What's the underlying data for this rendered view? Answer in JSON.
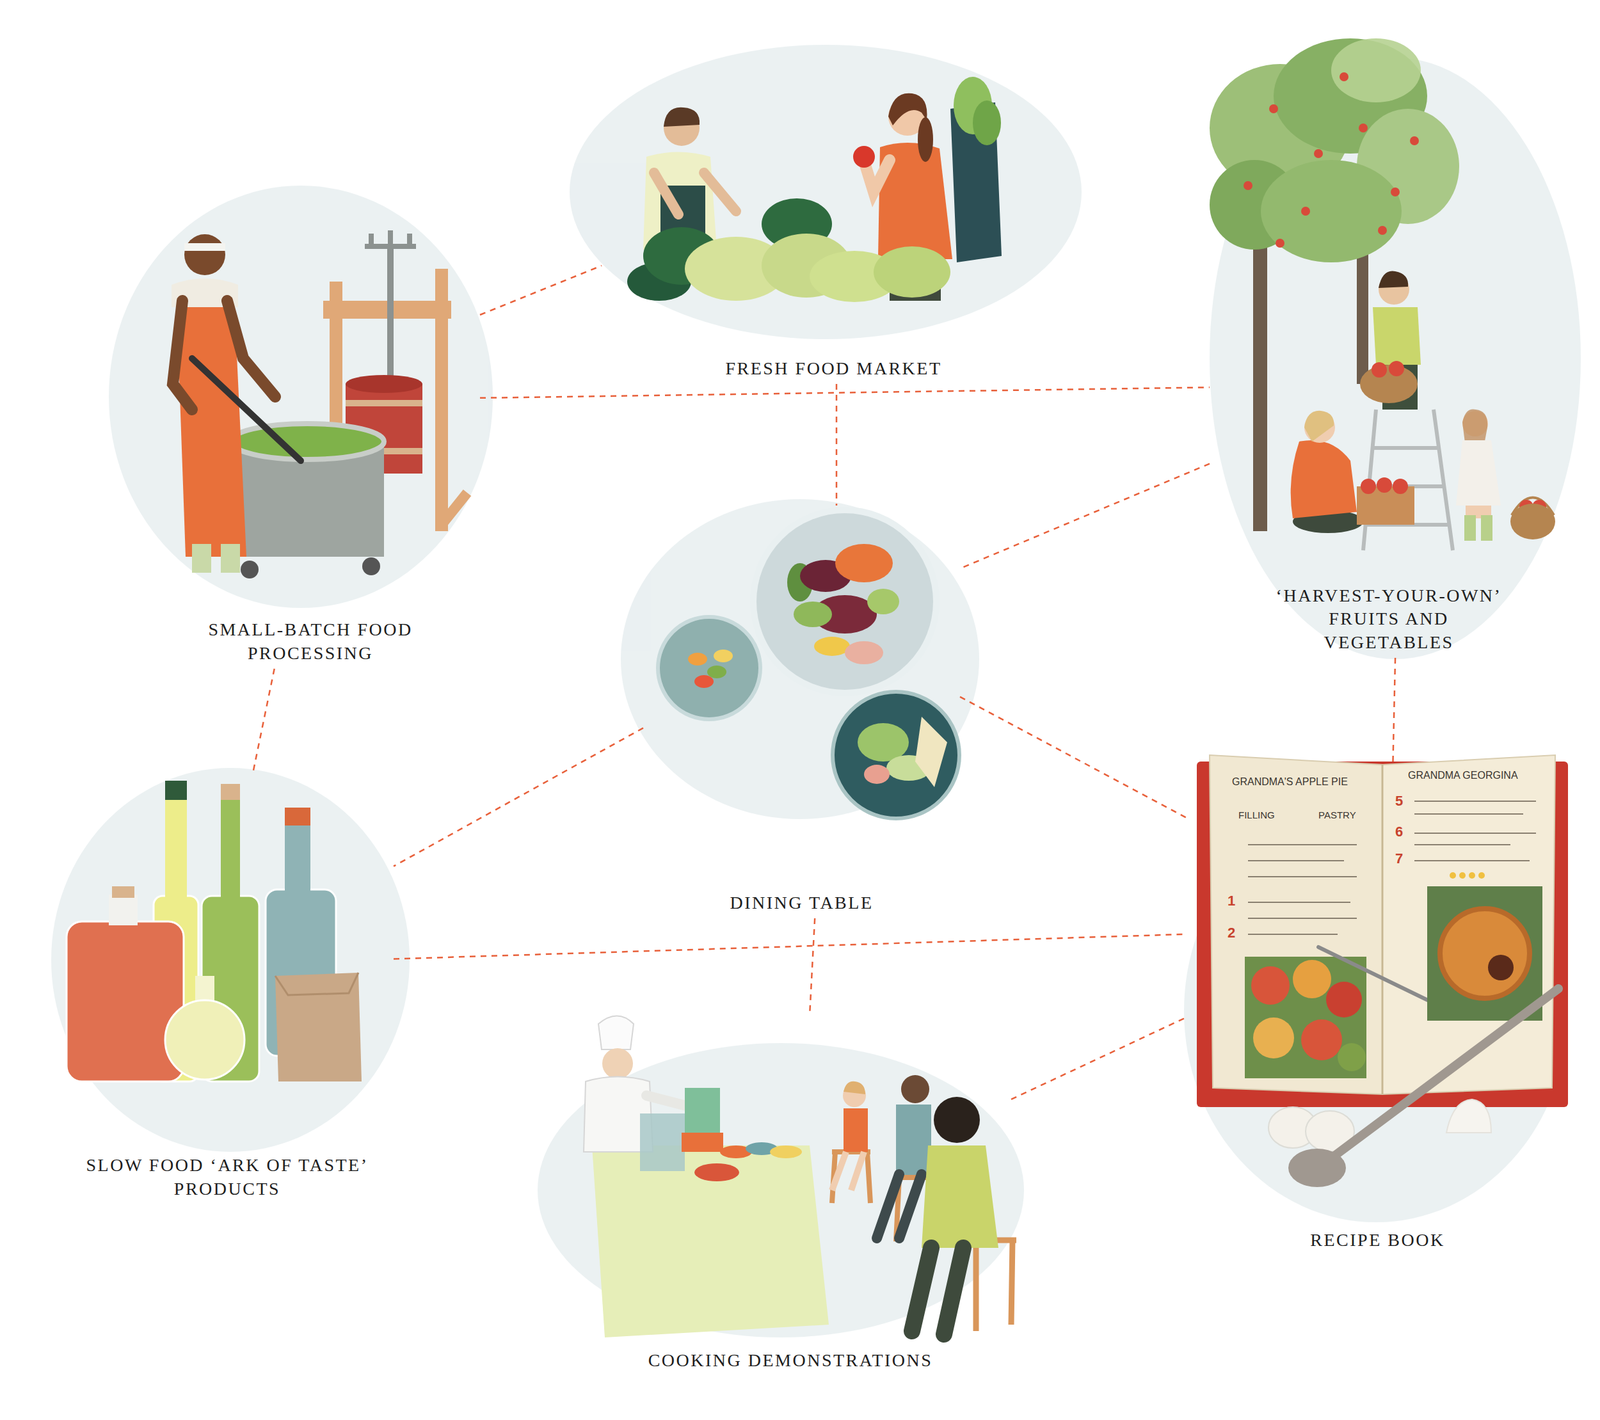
{
  "diagram": {
    "nodes": [
      {
        "text": [
          "FRESH FOOD MARKET"
        ]
      },
      {
        "text": [
          "SMALL-BATCH FOOD PROCESSING"
        ]
      },
      {
        "text": [
          "‘HARVEST-YOUR-OWN’ FRUITS AND VEGETABLES"
        ]
      },
      {
        "text": [
          "DINING TABLE"
        ]
      },
      {
        "text": [
          "SLOW FOOD ‘ARK OF TASTE’ PRODUCTS"
        ]
      },
      {
        "text": [
          "RECIPE BOOK"
        ]
      },
      {
        "text": [
          "COOKING DEMONSTRATIONS"
        ]
      }
    ],
    "edges": [
      {
        "from": 1,
        "to": 0,
        "arrow": "none"
      },
      {
        "from": 1,
        "to": 2,
        "arrow": "none"
      },
      {
        "from": 0,
        "to": 3,
        "arrow": "none"
      },
      {
        "from": 2,
        "to": 3,
        "arrow": "none"
      },
      {
        "from": 2,
        "to": 5,
        "arrow": "none"
      },
      {
        "from": 3,
        "to": 5,
        "arrow": "none"
      },
      {
        "from": 3,
        "to": 4,
        "arrow": "none"
      },
      {
        "from": 3,
        "to": 6,
        "arrow": "none"
      },
      {
        "from": 1,
        "to": 4,
        "arrow": "none"
      },
      {
        "from": 4,
        "to": 5,
        "arrow": "none"
      },
      {
        "from": 6,
        "to": 5,
        "arrow": "none"
      }
    ],
    "labels": [
      "GRANDMA'S APPLE PIE",
      "GRANDMA GEORGINA",
      "FILLING",
      "PASTRY",
      "1",
      "2",
      "5",
      "6",
      "7"
    ]
  }
}
